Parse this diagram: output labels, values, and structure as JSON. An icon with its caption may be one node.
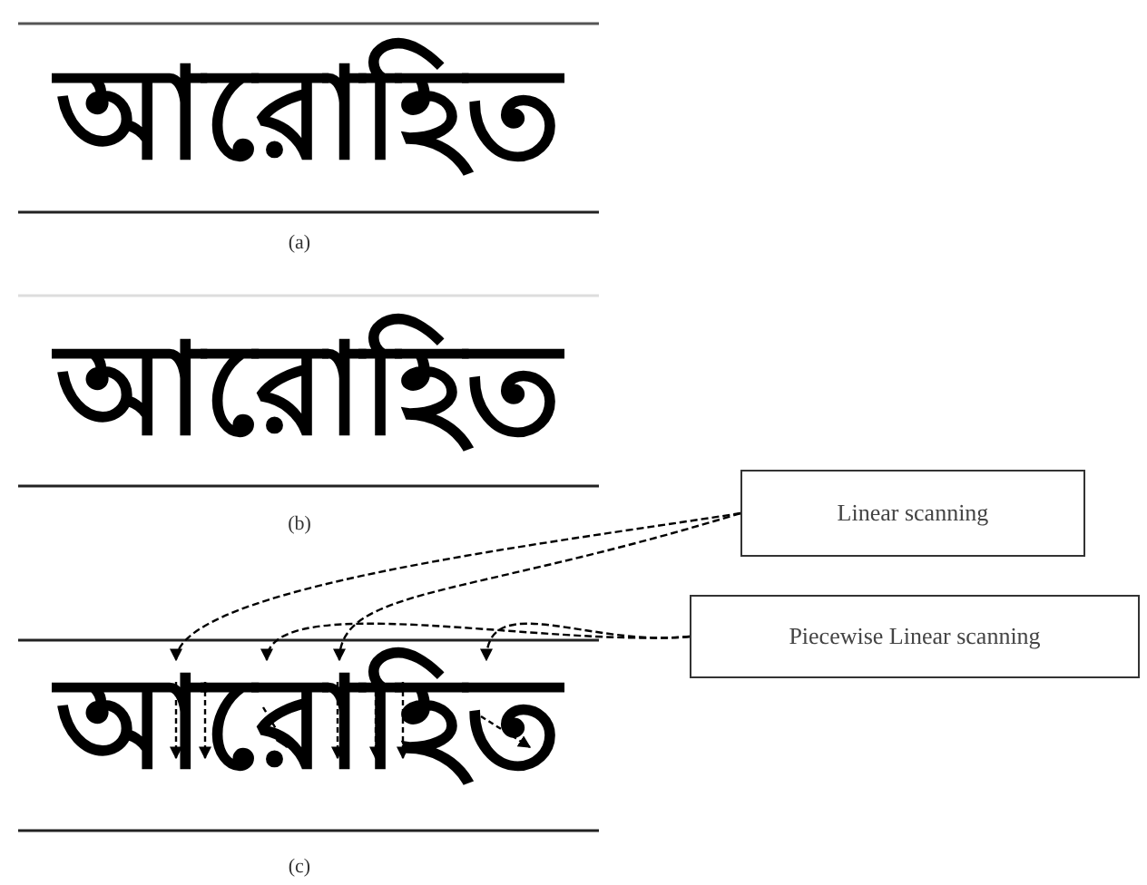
{
  "diagram": {
    "nodes": [
      {
        "text": [
          "আরোহিত"
        ]
      },
      {
        "text": [
          "Linear scanning"
        ]
      },
      {
        "text": [
          "Piecewise Linear scanning"
        ]
      }
    ],
    "edges": [
      {
        "from": 1,
        "to": 0,
        "arrow": "to",
        "style": "dashed"
      },
      {
        "from": 1,
        "to": 0,
        "arrow": "to",
        "style": "dashed"
      },
      {
        "from": 2,
        "to": 0,
        "arrow": "to",
        "style": "dashed"
      },
      {
        "from": 2,
        "to": 0,
        "arrow": "to",
        "style": "dashed"
      }
    ],
    "labels": [
      "আরোহিত",
      "(a)",
      "আরোহিত",
      "(b)",
      "(c)"
    ]
  }
}
